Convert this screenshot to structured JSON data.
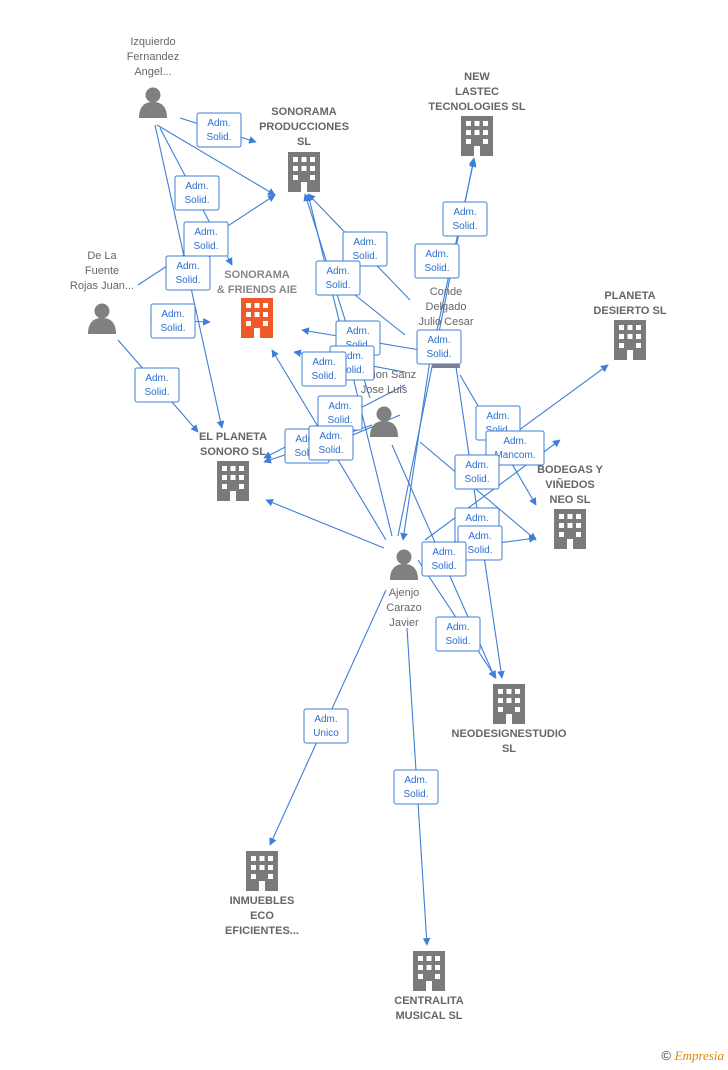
{
  "colors": {
    "edge": "#3d7fd6",
    "building": "#7a7a7a",
    "focus": "#f05a28",
    "person": "#808080"
  },
  "footer": {
    "symbol": "©",
    "brand": "Empresia"
  },
  "nodes": [
    {
      "id": "izquierdo",
      "kind": "person",
      "lines": [
        "Izquierdo",
        "Fernandez",
        "Angel..."
      ]
    },
    {
      "id": "delafuente",
      "kind": "person",
      "lines": [
        "De La",
        "Fuente",
        "Rojas Juan..."
      ]
    },
    {
      "id": "conde",
      "kind": "person",
      "lines": [
        "Conde",
        "Delgado",
        "Julio Cesar"
      ]
    },
    {
      "id": "sanz",
      "kind": "person",
      "lines": [
        "Carrion Sanz",
        "Jose Luis"
      ]
    },
    {
      "id": "ajenjo",
      "kind": "person",
      "lines": [
        "Ajenjo",
        "Carazo",
        "Javier"
      ]
    },
    {
      "id": "sonorama_prod",
      "kind": "company",
      "lines": [
        "SONORAMA",
        "PRODUCCIONES",
        "SL"
      ]
    },
    {
      "id": "new_lastec",
      "kind": "company",
      "lines": [
        "NEW",
        "LASTEC",
        "TECNOLOGIES SL"
      ]
    },
    {
      "id": "sonorama_friends",
      "kind": "focus",
      "lines": [
        "SONORAMA",
        "& FRIENDS AIE"
      ]
    },
    {
      "id": "planeta_desierto",
      "kind": "company",
      "lines": [
        "PLANETA",
        "DESIERTO  SL"
      ]
    },
    {
      "id": "el_planeta",
      "kind": "company",
      "lines": [
        "EL PLANETA",
        "SONORO SL"
      ]
    },
    {
      "id": "bodegas",
      "kind": "company",
      "lines": [
        "BODEGAS Y",
        "VIÑEDOS",
        "NEO SL"
      ]
    },
    {
      "id": "neodesign",
      "kind": "company",
      "lines": [
        "NEODESIGNESTUDIO",
        "SL"
      ]
    },
    {
      "id": "inmuebles",
      "kind": "company",
      "lines": [
        "INMUEBLES",
        "ECO",
        "EFICIENTES..."
      ]
    },
    {
      "id": "centralita",
      "kind": "company",
      "lines": [
        "CENTRALITA",
        "MUSICAL SL"
      ]
    }
  ],
  "tags": [
    {
      "lines": [
        "Adm.",
        "Solid."
      ]
    },
    {
      "lines": [
        "Adm.",
        "Solid."
      ]
    },
    {
      "lines": [
        "Adm.",
        "Solid."
      ]
    },
    {
      "lines": [
        "Adm.",
        "Solid."
      ]
    },
    {
      "lines": [
        "Adm.",
        "Solid."
      ]
    },
    {
      "lines": [
        "Adm.",
        "Solid."
      ]
    },
    {
      "lines": [
        "Adm.",
        "Solid."
      ]
    },
    {
      "lines": [
        "Adm.",
        "Solid."
      ]
    },
    {
      "lines": [
        "Adm.",
        "Solid."
      ]
    },
    {
      "lines": [
        "Adm.",
        "Solid."
      ]
    },
    {
      "lines": [
        "Adm.",
        "Solid."
      ]
    },
    {
      "lines": [
        "Adm.",
        "Solid."
      ]
    },
    {
      "lines": [
        "Adm.",
        "Solid."
      ]
    },
    {
      "lines": [
        "Adm.",
        "Solid."
      ]
    },
    {
      "lines": [
        "Adm.",
        "Solid."
      ]
    },
    {
      "lines": [
        "Adm.",
        "Solid."
      ]
    },
    {
      "lines": [
        "Adm.",
        "Solid."
      ]
    },
    {
      "lines": [
        "Adm.",
        "Solid."
      ]
    },
    {
      "lines": [
        "Adm.",
        "Mancom."
      ]
    },
    {
      "lines": [
        "Adm.",
        "Solid."
      ]
    },
    {
      "lines": [
        "Adm.",
        "Solid."
      ]
    },
    {
      "lines": [
        "Adm.",
        "Solid."
      ]
    },
    {
      "lines": [
        "Adm.",
        "Solid."
      ]
    },
    {
      "lines": [
        "Adm.",
        "Solid."
      ]
    },
    {
      "lines": [
        "Adm.",
        "Unico"
      ]
    },
    {
      "lines": [
        "Adm.",
        "Solid."
      ]
    }
  ]
}
